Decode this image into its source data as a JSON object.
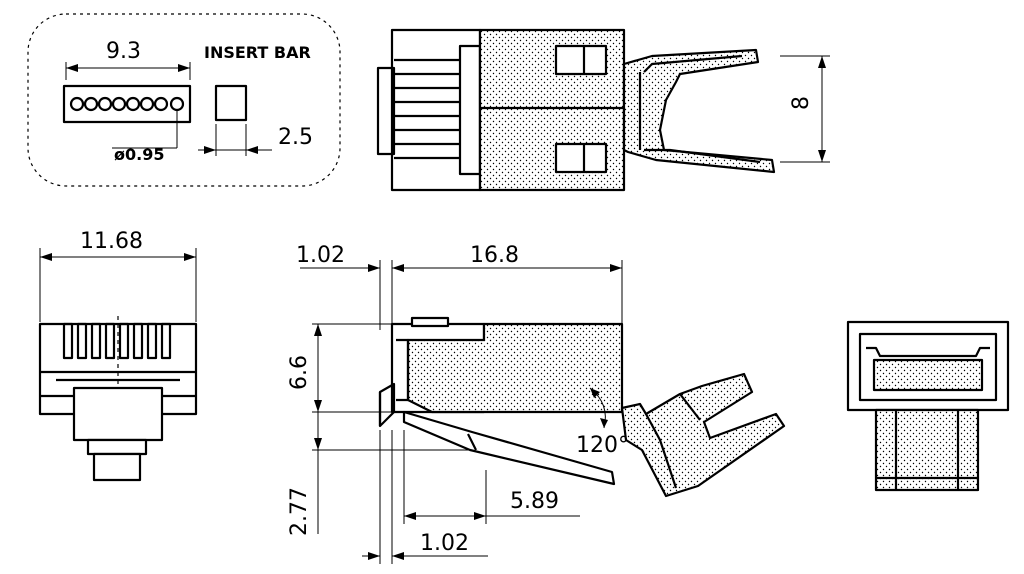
{
  "insert_box": {
    "width_label": "9.3",
    "title": "INSERT BAR",
    "hole_label": "ø0.95",
    "bar_label": "2.5"
  },
  "top_view": {
    "height_label": "8"
  },
  "front_view": {
    "width_label": "11.68"
  },
  "side_view": {
    "offset_top_label": "1.02",
    "length_label": "16.8",
    "height_label": "6.6",
    "lower_label": "2.77",
    "latch_label": "5.89",
    "offset_bottom_label": "1.02",
    "angle_label": "120°"
  }
}
